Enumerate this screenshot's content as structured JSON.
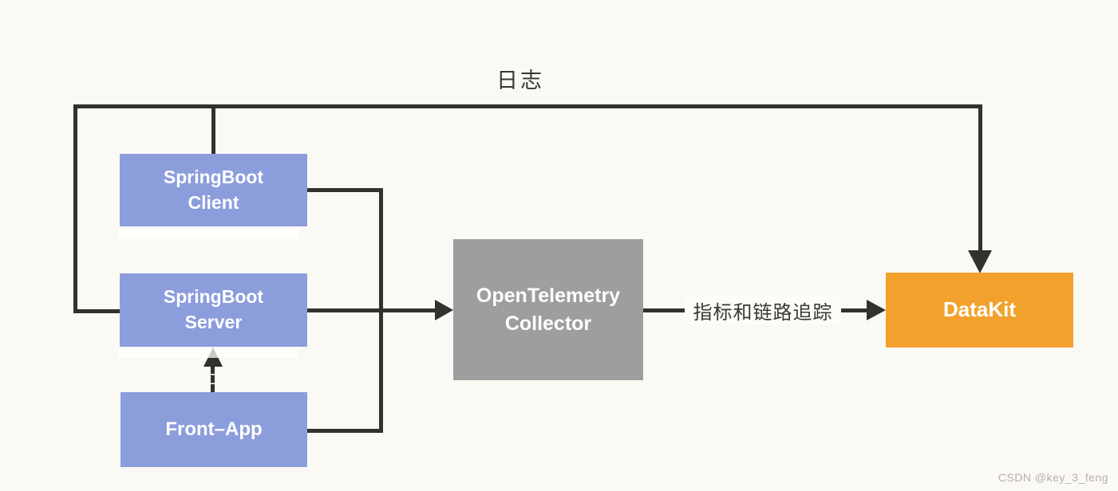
{
  "page": {
    "background_color": "#FBF9F4",
    "line_color": "#33312D"
  },
  "diagram": {
    "edge_labels": {
      "logs": "日志",
      "metrics_tracing": "指标和链路追踪"
    },
    "nodes": {
      "springboot_client": {
        "label": "SpringBoot\nClient",
        "color": "#8C9DDC",
        "text_color": "#FFFFFF"
      },
      "springboot_server": {
        "label": "SpringBoot\nServer",
        "color": "#8C9DDC",
        "text_color": "#FFFFFF"
      },
      "front_app": {
        "label": "Front–App",
        "color": "#8C9DDC",
        "text_color": "#FFFFFF"
      },
      "otel_collector": {
        "label": "OpenTelemetry\nCollector",
        "color": "#9E9E9E",
        "text_color": "#FFFFFF"
      },
      "datakit": {
        "label": "DataKit",
        "color": "#F2A22C",
        "text_color": "#FFFFFF"
      }
    },
    "edges": [
      {
        "from": "springboot_client",
        "to": "datakit",
        "via": "top-logs-line",
        "label": "日志",
        "style": "solid"
      },
      {
        "from": "springboot_server",
        "to": "datakit",
        "via": "top-logs-line",
        "label": "日志",
        "style": "solid"
      },
      {
        "from": "springboot_client",
        "to": "otel_collector",
        "via": "mid-vertical-bus",
        "style": "solid"
      },
      {
        "from": "front_app",
        "to": "otel_collector",
        "via": "mid-vertical-bus",
        "style": "solid"
      },
      {
        "from": "springboot_server",
        "to": "otel_collector",
        "style": "solid-arrow"
      },
      {
        "from": "otel_collector",
        "to": "datakit",
        "label": "指标和链路追踪",
        "style": "solid-arrow"
      },
      {
        "from": "front_app",
        "to": "springboot_server",
        "style": "dashed-arrow"
      }
    ]
  },
  "watermark": {
    "text": "CSDN @key_3_feng",
    "color": "#B5B0AA"
  }
}
